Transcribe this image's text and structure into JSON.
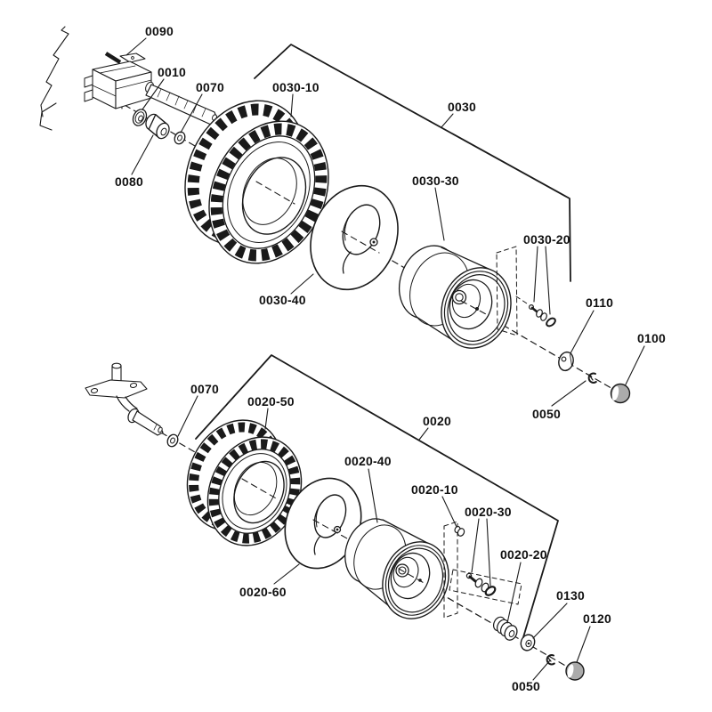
{
  "diagram": {
    "background": "#ffffff",
    "line_color": "#1a1a1a",
    "cap_fill": "#ababab",
    "labels": {
      "l0090": "0090",
      "l0010": "0010",
      "l0070a": "0070",
      "l0080": "0080",
      "l0030_10": "0030-10",
      "l0030": "0030",
      "l0030_30": "0030-30",
      "l0030_40": "0030-40",
      "l0030_20": "0030-20",
      "l0110": "0110",
      "l0100": "0100",
      "l0050a": "0050",
      "l0070b": "0070",
      "l0020_50": "0020-50",
      "l0020": "0020",
      "l0020_40": "0020-40",
      "l0020_10": "0020-10",
      "l0020_30": "0020-30",
      "l0020_20": "0020-20",
      "l0020_60": "0020-60",
      "l0130": "0130",
      "l0120": "0120",
      "l0050b": "0050"
    },
    "assemblies": [
      {
        "bracket_label": "0030",
        "callouts": [
          "0090",
          "0010",
          "0070",
          "0080",
          "0030-10",
          "0030-40",
          "0030-30",
          "0030-20",
          "0110",
          "0050",
          "0100"
        ]
      },
      {
        "bracket_label": "0020",
        "callouts": [
          "0070",
          "0020-50",
          "0020-60",
          "0020-40",
          "0020-10",
          "0020-30",
          "0020-20",
          "0130",
          "0050",
          "0120"
        ]
      }
    ]
  }
}
